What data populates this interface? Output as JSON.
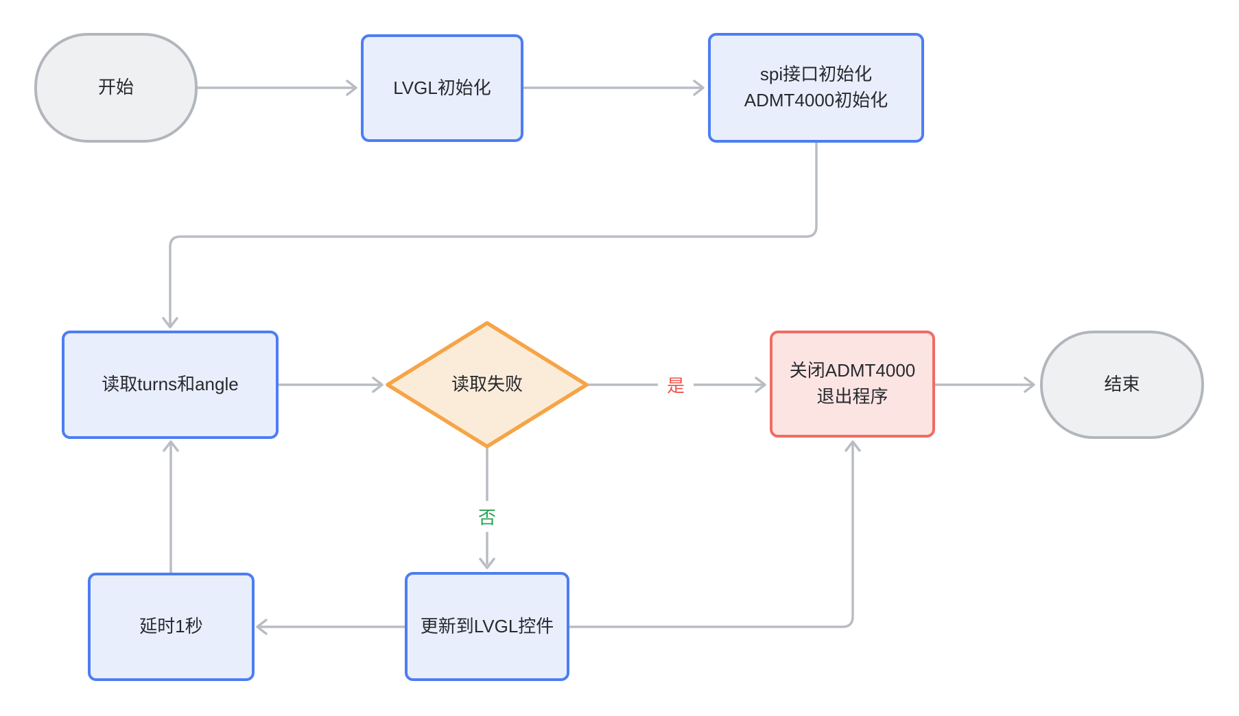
{
  "nodes": {
    "start": {
      "label": "开始"
    },
    "lvgl_init": {
      "label": "LVGL初始化"
    },
    "spi_init": {
      "lines": [
        "spi接口初始化",
        "ADMT4000初始化"
      ]
    },
    "read_values": {
      "label": "读取turns和angle"
    },
    "read_failed": {
      "label": "读取失败"
    },
    "close_exit": {
      "lines": [
        "关闭ADMT4000",
        "退出程序"
      ]
    },
    "end": {
      "label": "结束"
    },
    "update_lvgl": {
      "label": "更新到LVGL控件"
    },
    "delay": {
      "label": "延时1秒"
    }
  },
  "edge_labels": {
    "yes": "是",
    "no": "否"
  },
  "colors": {
    "background": "#ffffff",
    "text": "#27292d",
    "edge": "#b9bdc3",
    "process_fill": "#e8eefc",
    "process_border": "#4d7df2",
    "terminal_fill": "#eff0f2",
    "terminal_border": "#b2b6bc",
    "decision_fill": "#fbecd9",
    "decision_border": "#f6a447",
    "danger_fill": "#fce4e3",
    "danger_border": "#f16b62",
    "yes_label": "#f0524a",
    "no_label": "#28a350"
  }
}
